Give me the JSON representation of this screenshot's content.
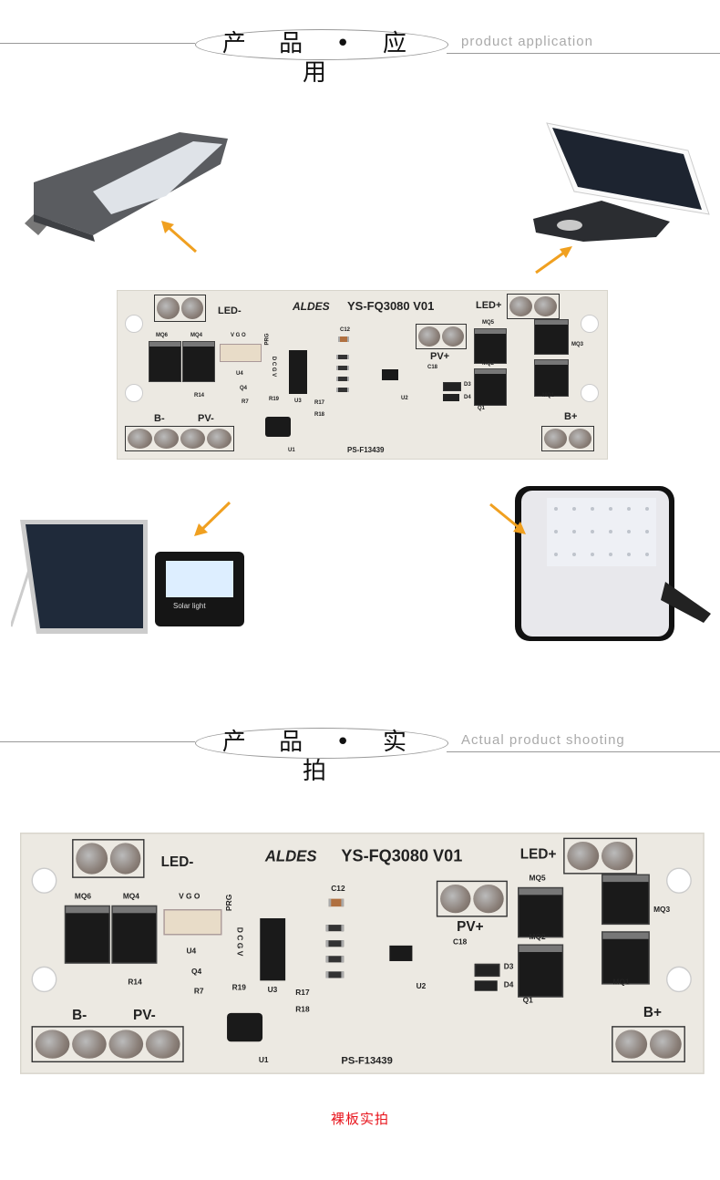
{
  "section1": {
    "title_cn": "产 品 • 应 用",
    "title_en": "product application"
  },
  "section2": {
    "title_cn": "产 品 • 实 拍",
    "title_en": "Actual product shooting"
  },
  "pcb": {
    "logo": "ALDES",
    "model": "YS-FQ3080 V01",
    "led_minus": "LED-",
    "led_plus": "LED+",
    "pv_plus": "PV+",
    "b_minus": "B-",
    "pv_minus": "PV-",
    "b_plus": "B+",
    "part_no": "PS-F13439",
    "refs": {
      "mq6": "MQ6",
      "mq4": "MQ4",
      "mq5": "MQ5",
      "mq3": "MQ3",
      "mq2": "MQ2",
      "mq1": "MQ1",
      "u1": "U1",
      "u2": "U2",
      "u3": "U3",
      "u4": "U4",
      "q4": "Q4",
      "q1": "Q1",
      "r14": "R14",
      "r7": "R7",
      "r19": "R19",
      "r17": "R17",
      "r18": "R18",
      "c12": "C12",
      "c18": "C18",
      "d3": "D3",
      "d4": "D4",
      "vgo": "V G O",
      "prg": "PRG",
      "dcgv": "D C G V"
    }
  },
  "products": {
    "floodlight_small_label": "Solar light"
  },
  "caption": "裸板实拍",
  "colors": {
    "arrow": "#f0a020",
    "caption": "#e8141c"
  }
}
